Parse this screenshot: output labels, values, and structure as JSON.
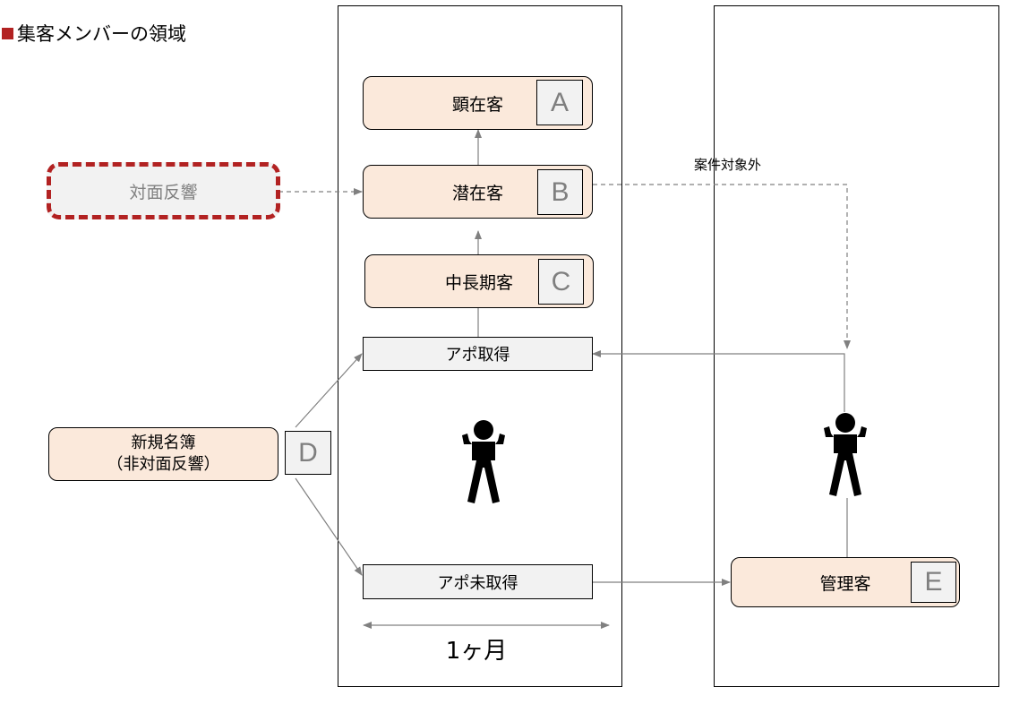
{
  "title": "集客メンバーの領域",
  "colors": {
    "accent_red": "#b22222",
    "node_fill": "#fbe9db",
    "gray_fill": "#f2f2f2",
    "line": "#808080"
  },
  "nodes": {
    "a": {
      "label": "顕在客",
      "letter": "A"
    },
    "b": {
      "label": "潜在客",
      "letter": "B"
    },
    "c": {
      "label": "中長期客",
      "letter": "C"
    },
    "d": {
      "label_line1": "新規名簿",
      "label_line2": "（非対面反響）",
      "letter": "D"
    },
    "e": {
      "label": "管理客",
      "letter": "E"
    },
    "face_to_face": {
      "label": "対面反響"
    },
    "appt_obtained": {
      "label": "アポ取得"
    },
    "appt_not_obtained": {
      "label": "アポ未取得"
    }
  },
  "annotations": {
    "out_of_scope": "案件対象外",
    "duration": "1ヶ月"
  },
  "icons": [
    "person-icon",
    "person-icon"
  ]
}
